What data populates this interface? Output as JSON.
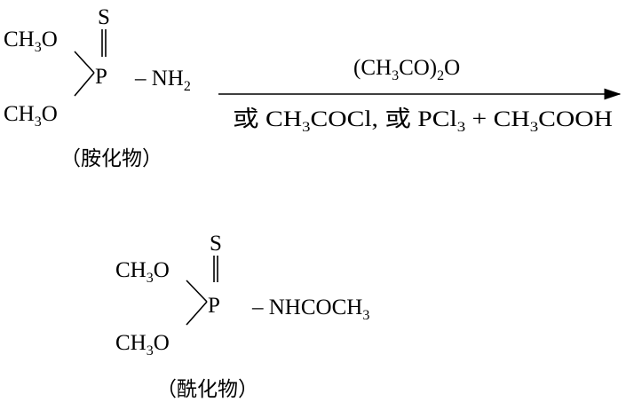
{
  "reactant": {
    "sulfur": "S",
    "methoxy_top": [
      "CH",
      "3",
      "O"
    ],
    "methoxy_bottom": [
      "CH",
      "3",
      "O"
    ],
    "phosphorus": "P",
    "substituent": [
      "– NH",
      "2"
    ],
    "label": "（胺化物）"
  },
  "reagents": {
    "above_arrow": [
      "(CH",
      "3",
      "CO)",
      "2",
      "O"
    ],
    "below_arrow": [
      "或 CH",
      "3",
      "COCl, 或 PCl",
      "3",
      " + CH",
      "3",
      "COOH"
    ]
  },
  "product": {
    "sulfur": "S",
    "methoxy_top": [
      "CH",
      "3",
      "O"
    ],
    "methoxy_bottom": [
      "CH",
      "3",
      "O"
    ],
    "phosphorus": "P",
    "substituent": [
      "– NHCOCH",
      "3"
    ],
    "label": "（酰化物）"
  }
}
